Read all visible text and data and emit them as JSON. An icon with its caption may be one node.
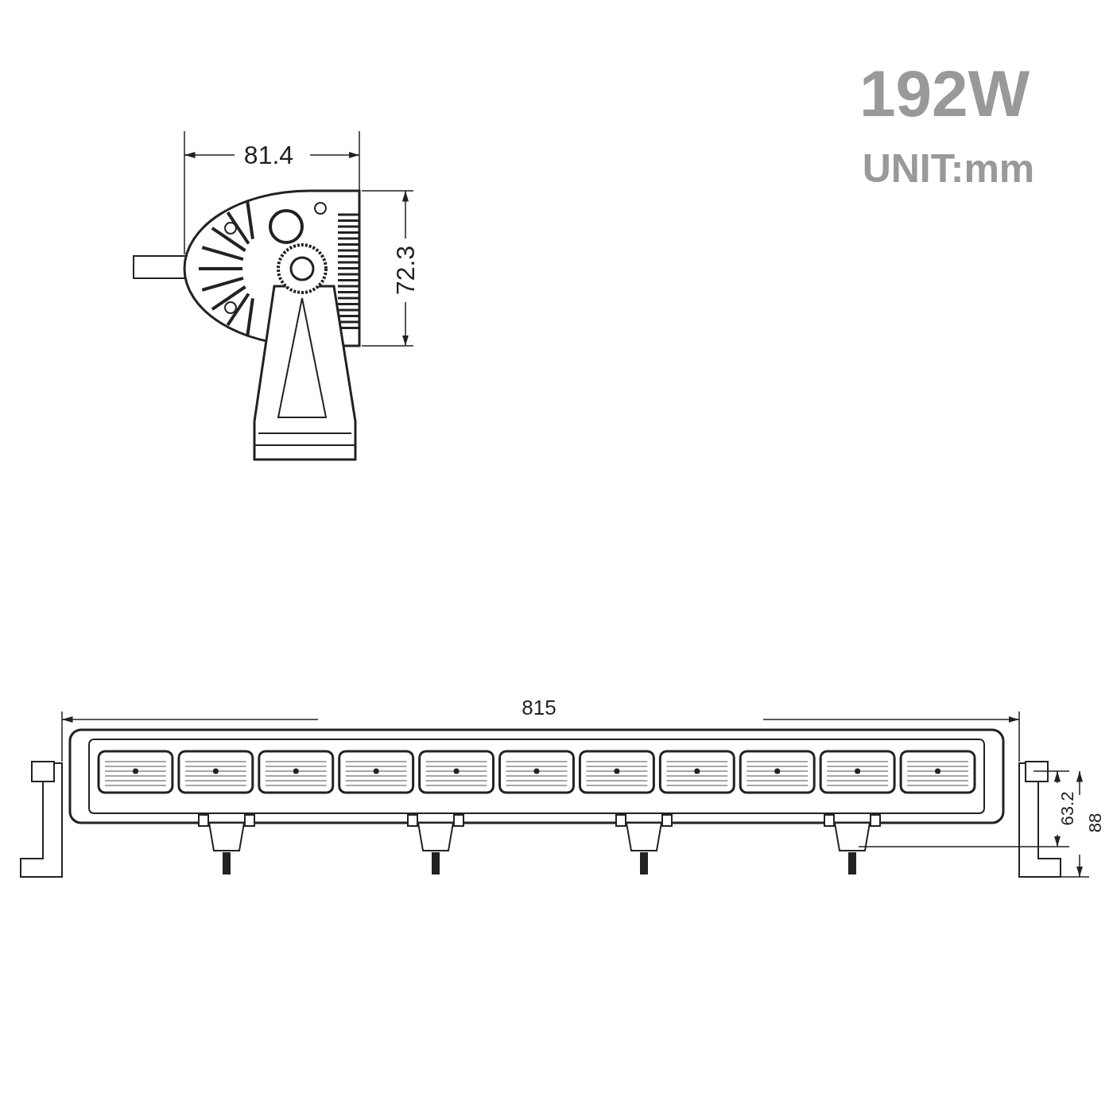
{
  "diagram": {
    "labels": [
      "192W",
      "UNIT:mm",
      "81.4",
      "72.3",
      "815",
      "63.2",
      "88"
    ]
  }
}
